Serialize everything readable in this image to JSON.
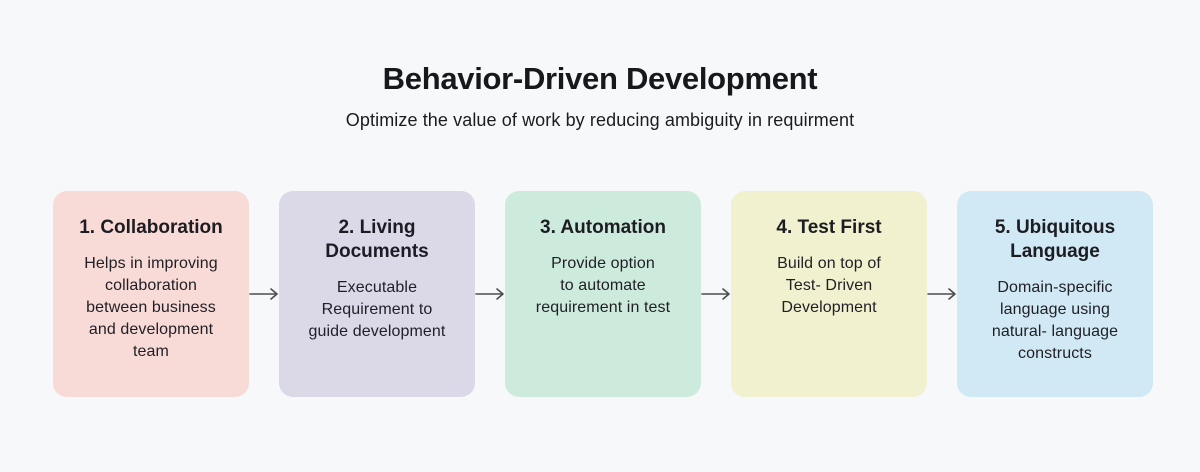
{
  "header": {
    "title": "Behavior-Driven Development",
    "subtitle": "Optimize the value of work by reducing ambiguity in requirment"
  },
  "flow": {
    "steps": [
      {
        "id": "collaboration",
        "heading": "1. Collaboration",
        "body": "Helps in improving\ncollaboration\nbetween business\nand development\nteam",
        "bg_color": "#f8dbd6"
      },
      {
        "id": "living-documents",
        "heading": "2. Living\nDocuments",
        "body": "Executable\nRequirement to\nguide development",
        "bg_color": "#dbd8e7"
      },
      {
        "id": "automation",
        "heading": "3. Automation",
        "body": "Provide option\nto automate\nrequirement in test",
        "bg_color": "#cdebdc"
      },
      {
        "id": "test-first",
        "heading": "4. Test First",
        "body": "Build on top of\nTest- Driven\nDevelopment",
        "bg_color": "#f1f1cf"
      },
      {
        "id": "ubiquitous-language",
        "heading": "5. Ubiquitous\nLanguage",
        "body": "Domain-specific\nlanguage using\nnatural- language\nconstructs",
        "bg_color": "#d0e9f4"
      }
    ],
    "arrow_icon": "right-arrow",
    "arrow_color": "#4d4d4d"
  },
  "colors": {
    "page_background": "#f7f8fa",
    "text": "#201f26"
  }
}
